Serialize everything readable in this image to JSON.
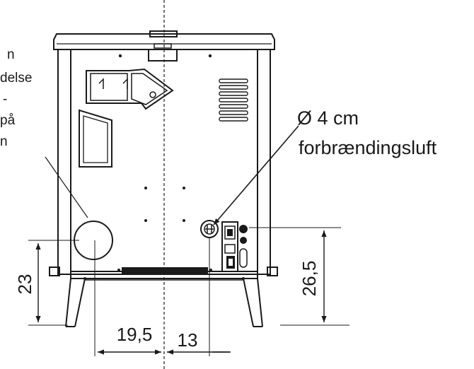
{
  "left_note": {
    "lines": [
      "n",
      "delse",
      "-",
      "på",
      "n"
    ]
  },
  "callout": {
    "diameter": "Ø 4 cm",
    "purpose": "forbrændingsluft"
  },
  "dimensions": {
    "height_left": "23",
    "height_right": "26,5",
    "width_left": "19,5",
    "width_right": "13"
  }
}
